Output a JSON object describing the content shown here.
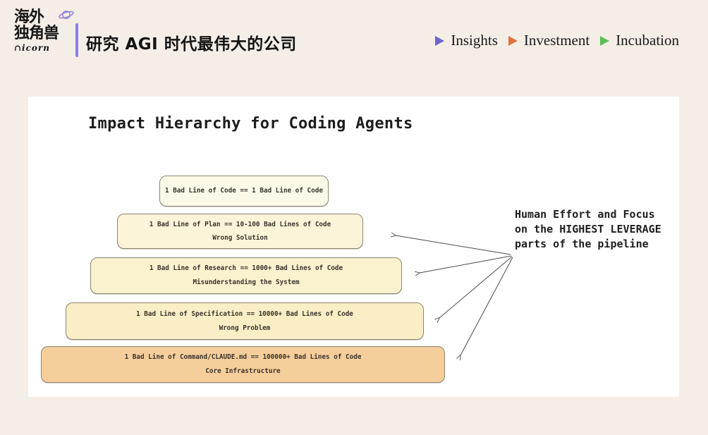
{
  "header": {
    "logo": {
      "line1": "海外",
      "line2": "独角兽",
      "script": "∩icorn"
    },
    "tagline": "研究 AGI 时代最伟大的公司",
    "nav": [
      {
        "label": "Insights",
        "color": "#6E63CF",
        "icon": "play-triangle"
      },
      {
        "label": "Investment",
        "color": "#DD7439",
        "icon": "play-triangle"
      },
      {
        "label": "Incubation",
        "color": "#5DBE58",
        "icon": "play-triangle"
      }
    ]
  },
  "diagram": {
    "title": "Impact Hierarchy for Coding Agents",
    "annotation": [
      "Human Effort and Focus",
      "on the HIGHEST LEVERAGE",
      "parts of the pipeline"
    ],
    "pyramid": {
      "levels": [
        {
          "label": "1 Bad Line of Code == 1 Bad Line of Code",
          "sublabel": "",
          "fill": "#FCF9E8"
        },
        {
          "label": "1 Bad Line of Plan == 10-100 Bad Lines of Code",
          "sublabel": "Wrong Solution",
          "fill": "#FBF4D8"
        },
        {
          "label": "1 Bad Line of Research == 1000+ Bad Lines of Code",
          "sublabel": "Misunderstanding the System",
          "fill": "#FAF1CE"
        },
        {
          "label": "1 Bad Line of Specification == 10000+ Bad Lines of Code",
          "sublabel": "Wrong Problem",
          "fill": "#F9EEC5"
        },
        {
          "label": "1 Bad Line of Command/CLAUDE.md == 100000+ Bad Lines of Code",
          "sublabel": "Core Infrastructure",
          "fill": "#F6CE9B"
        }
      ]
    }
  },
  "colors": {
    "page_bg": "#F5EEE7",
    "card_bg": "#FFFFFF",
    "divider": "#8E7EE6",
    "arrow": "#4A4A4A",
    "box_border": "#8C8574",
    "saturn": "#9185DC"
  }
}
